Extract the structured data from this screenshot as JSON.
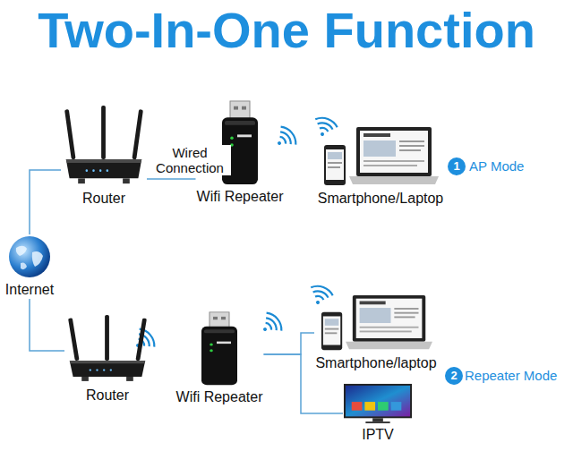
{
  "diagram": {
    "title": "Two-In-One Function",
    "nodes": [
      {
        "text": [
          "Router"
        ]
      },
      {
        "text": [
          "Wifi Repeater"
        ]
      },
      {
        "text": [
          "Smartphone/Laptop"
        ]
      },
      {
        "text": [
          "Internet"
        ]
      },
      {
        "text": [
          "Router"
        ]
      },
      {
        "text": [
          "Wifi Repeater"
        ]
      },
      {
        "text": [
          "Smartphone/laptop"
        ]
      },
      {
        "text": [
          "IPTV"
        ]
      }
    ],
    "edges": [
      {
        "from": 3,
        "to": 0,
        "arrow": "none"
      },
      {
        "from": 0,
        "to": 1,
        "label": "Wired Connection",
        "arrow": "none"
      },
      {
        "from": 3,
        "to": 4,
        "arrow": "none"
      },
      {
        "from": 5,
        "to": 6,
        "arrow": "none"
      },
      {
        "from": 5,
        "to": 7,
        "arrow": "none"
      }
    ],
    "labels": [
      "1",
      "AP Mode",
      "2",
      "Repeater Mode"
    ]
  }
}
